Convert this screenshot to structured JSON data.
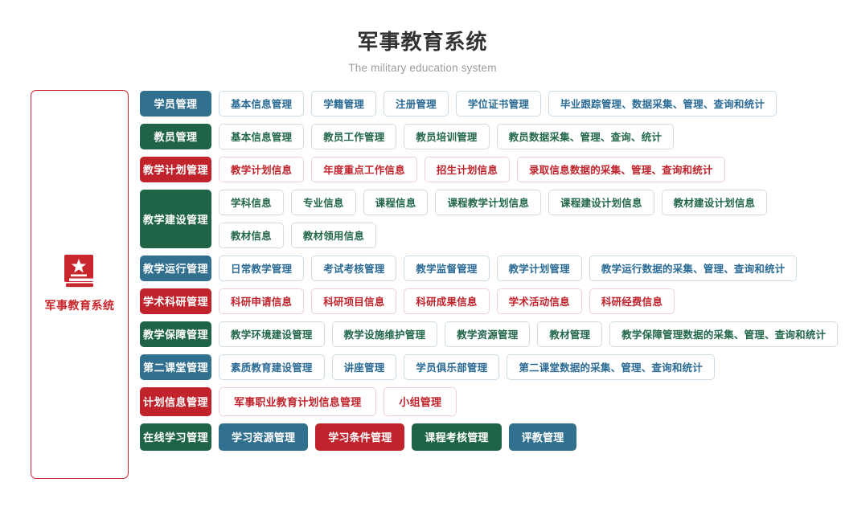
{
  "header": {
    "title": "军事教育系统",
    "subtitle": "The military education system"
  },
  "sidebar": {
    "label": "军事教育系统",
    "icon": "book-star-icon",
    "border_color": "#c9252c",
    "text_color": "#c9252c"
  },
  "palette": {
    "blue": "#31708f",
    "green": "#1f6446",
    "red": "#c0232c"
  },
  "sections": [
    {
      "label": "学员管理",
      "color": "blue",
      "lines": [
        [
          "基本信息管理",
          "学籍管理",
          "注册管理",
          "学位证书管理",
          "毕业跟踪管理、数据采集、管理、查询和统计"
        ]
      ]
    },
    {
      "label": "教员管理",
      "color": "green",
      "lines": [
        [
          "基本信息管理",
          "教员工作管理",
          "教员培训管理",
          "教员数据采集、管理、查询、统计"
        ]
      ]
    },
    {
      "label": "教学计划管理",
      "color": "red",
      "lines": [
        [
          "教学计划信息",
          "年度重点工作信息",
          "招生计划信息",
          "录取信息数据的采集、管理、查询和统计"
        ]
      ]
    },
    {
      "label": "教学建设管理",
      "color": "green",
      "lines": [
        [
          "学科信息",
          "专业信息",
          "课程信息",
          "课程教学计划信息",
          "课程建设计划信息",
          "教材建设计划信息"
        ],
        [
          "教材信息",
          "教材领用信息"
        ]
      ]
    },
    {
      "label": "教学运行管理",
      "color": "blue",
      "lines": [
        [
          "日常教学管理",
          "考试考核管理",
          "教学监督管理",
          "教学计划管理",
          "教学运行数据的采集、管理、查询和统计"
        ]
      ]
    },
    {
      "label": "学术科研管理",
      "color": "red",
      "lines": [
        [
          "科研申请信息",
          "科研项目信息",
          "科研成果信息",
          "学术活动信息",
          "科研经费信息"
        ]
      ]
    },
    {
      "label": "教学保障管理",
      "color": "green",
      "lines": [
        [
          "教学环境建设管理",
          "教学设施维护管理",
          "教学资源管理",
          "教材管理",
          "教学保障管理数据的采集、管理、查询和统计"
        ]
      ]
    },
    {
      "label": "第二课堂管理",
      "color": "blue",
      "lines": [
        [
          "素质教育建设管理",
          "讲座管理",
          "学员俱乐部管理",
          "第二课堂数据的采集、管理、查询和统计"
        ]
      ]
    },
    {
      "label": "计划信息管理",
      "color": "red",
      "style": "tall",
      "lines": [
        [
          "军事职业教育计划信息管理",
          "小组管理"
        ]
      ]
    },
    {
      "label": "在线学习管理",
      "color": "green",
      "style": "solid",
      "lines": [
        [
          {
            "text": "学习资源管理",
            "color": "blue"
          },
          {
            "text": "学习条件管理",
            "color": "red"
          },
          {
            "text": "课程考核管理",
            "color": "green"
          },
          {
            "text": "评教管理",
            "color": "blue"
          }
        ]
      ]
    }
  ]
}
